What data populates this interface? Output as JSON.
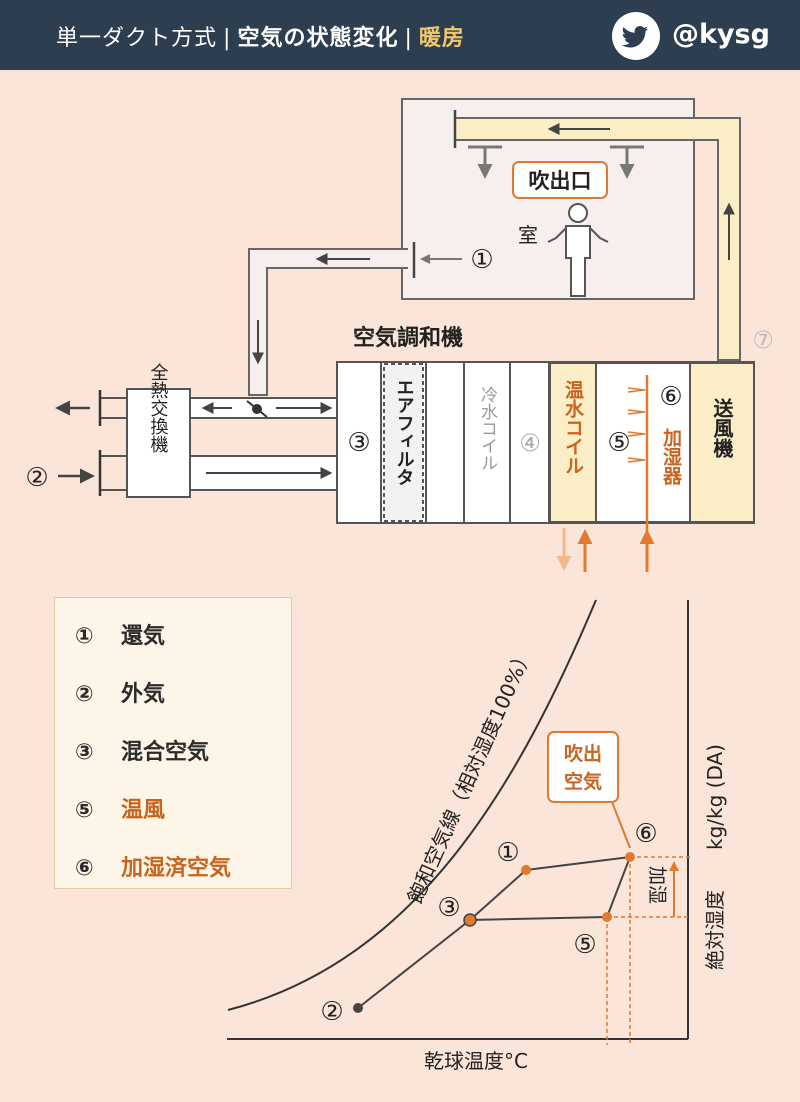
{
  "header": {
    "title_part1": "単一ダクト方式",
    "title_part2": "空気の状態変化",
    "title_part3": "暖房",
    "separator": "|",
    "handle": "@kysg",
    "icon": "twitter-bird-icon"
  },
  "diagram": {
    "outlet_label": "吹出口",
    "room_label": "室",
    "ahu_label": "空気調和機",
    "heat_exchanger_label": "全熱交換機",
    "point_1": "①",
    "point_2": "②",
    "point_3": "③",
    "point_4": "④",
    "point_5": "⑤",
    "point_6": "⑥",
    "point_7": "⑦",
    "air_filter": "エアフィルタ",
    "cooling_coil": "冷水コイル",
    "heating_coil": "温水コイル",
    "humidifier": "加湿器",
    "fan": "送風機"
  },
  "legend": {
    "items": [
      {
        "num": "①",
        "label": "還気"
      },
      {
        "num": "②",
        "label": "外気"
      },
      {
        "num": "③",
        "label": "混合空気"
      },
      {
        "num": "⑤",
        "label": "温風"
      },
      {
        "num": "⑥",
        "label": "加湿済空気"
      }
    ]
  },
  "chart": {
    "saturation_label": "飽和空気線（相対湿度100%）",
    "xlabel": "乾球温度°C",
    "ylabel_unit": "kg/kg (DA)",
    "ylabel": "絶対湿度",
    "humidification": "加湿",
    "supply_air": "吹出\n空気",
    "p1": "①",
    "p2": "②",
    "p3": "③",
    "p5": "⑤",
    "p6": "⑥"
  },
  "colors": {
    "header_bg": "#2d3e50",
    "accent_yellow": "#f3c66a",
    "page_bg": "#fbe5d8",
    "orange": "#e07a30",
    "dark": "#555555"
  }
}
